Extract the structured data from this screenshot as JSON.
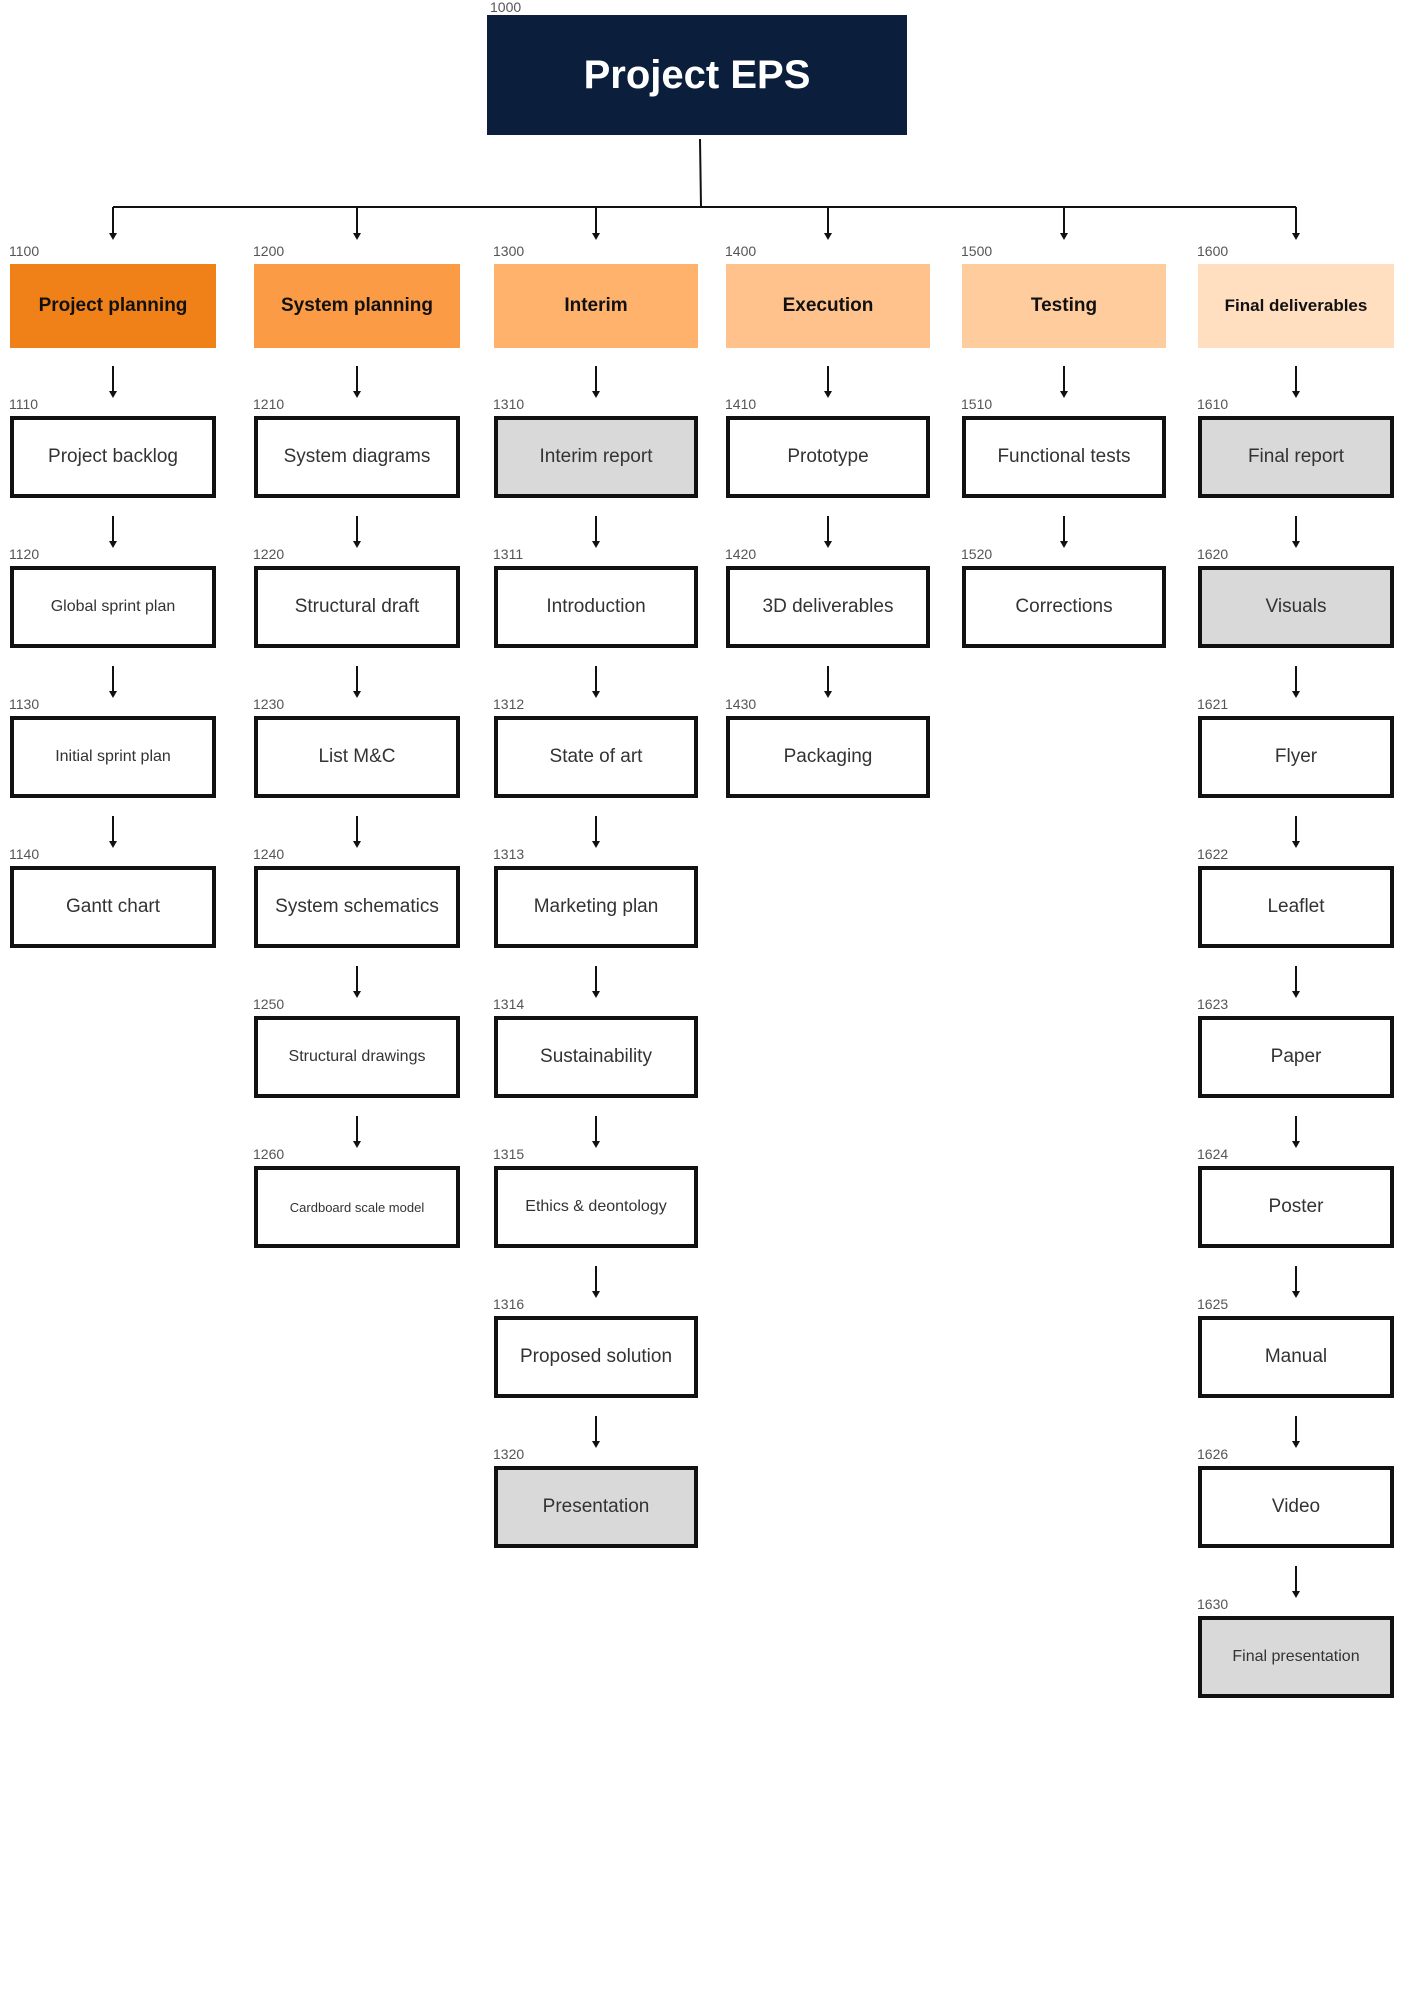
{
  "root": {
    "code": "1000",
    "label": "Project EPS",
    "color": "#0b1f3d"
  },
  "columns": [
    {
      "code": "1100",
      "label": "Project planning",
      "color": "#f08119",
      "items": [
        {
          "code": "1110",
          "label": "Project backlog"
        },
        {
          "code": "1120",
          "label": "Global sprint plan"
        },
        {
          "code": "1130",
          "label": "Initial sprint plan"
        },
        {
          "code": "1140",
          "label": "Gantt chart"
        }
      ]
    },
    {
      "code": "1200",
      "label": "System planning",
      "color": "#fb9b45",
      "items": [
        {
          "code": "1210",
          "label": "System diagrams"
        },
        {
          "code": "1220",
          "label": "Structural draft"
        },
        {
          "code": "1230",
          "label": "List M&C"
        },
        {
          "code": "1240",
          "label": "System schematics"
        },
        {
          "code": "1250",
          "label": "Structural drawings"
        },
        {
          "code": "1260",
          "label": "Cardboard scale model"
        }
      ]
    },
    {
      "code": "1300",
      "label": "Interim",
      "color": "#ffb26b",
      "items": [
        {
          "code": "1310",
          "label": "Interim report",
          "highlight": true
        },
        {
          "code": "1311",
          "label": "Introduction"
        },
        {
          "code": "1312",
          "label": "State of art"
        },
        {
          "code": "1313",
          "label": "Marketing plan"
        },
        {
          "code": "1314",
          "label": "Sustainability"
        },
        {
          "code": "1315",
          "label": "Ethics & deontology"
        },
        {
          "code": "1316",
          "label": "Proposed solution"
        },
        {
          "code": "1320",
          "label": "Presentation",
          "highlight": true
        }
      ]
    },
    {
      "code": "1400",
      "label": "Execution",
      "color": "#ffc28c",
      "items": [
        {
          "code": "1410",
          "label": "Prototype"
        },
        {
          "code": "1420",
          "label": "3D deliverables"
        },
        {
          "code": "1430",
          "label": "Packaging"
        }
      ]
    },
    {
      "code": "1500",
      "label": "Testing",
      "color": "#ffcc9e",
      "items": [
        {
          "code": "1510",
          "label": "Functional tests"
        },
        {
          "code": "1520",
          "label": "Corrections"
        }
      ]
    },
    {
      "code": "1600",
      "label": "Final deliverables",
      "color": "#ffdfc0",
      "items": [
        {
          "code": "1610",
          "label": "Final report",
          "highlight": true
        },
        {
          "code": "1620",
          "label": "Visuals",
          "highlight": true
        },
        {
          "code": "1621",
          "label": "Flyer"
        },
        {
          "code": "1622",
          "label": "Leaflet"
        },
        {
          "code": "1623",
          "label": "Paper"
        },
        {
          "code": "1624",
          "label": "Poster"
        },
        {
          "code": "1625",
          "label": "Manual"
        },
        {
          "code": "1626",
          "label": "Video"
        },
        {
          "code": "1630",
          "label": "Final presentation",
          "highlight": true
        }
      ]
    }
  ]
}
